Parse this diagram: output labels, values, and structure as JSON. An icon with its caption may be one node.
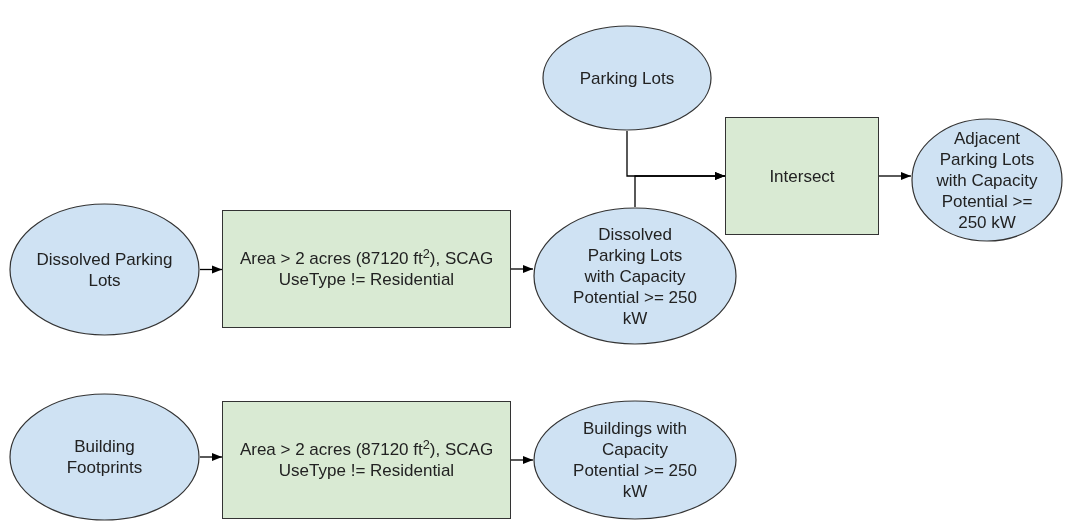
{
  "diagram": {
    "nodes": [
      {
        "text": [
          "Parking Lots"
        ]
      },
      {
        "text": [
          "Intersect"
        ]
      },
      {
        "text": [
          "Adjacent Parking Lots with Capacity Potential >= 250 kW"
        ]
      },
      {
        "text": [
          "Dissolved Parking Lots"
        ]
      },
      {
        "text": [
          "Area > 2 acres (87120 ft$^{2}$), SCAG UseType != Residential"
        ]
      },
      {
        "text": [
          "Dissolved Parking Lots with Capacity Potential >= 250 kW"
        ]
      },
      {
        "text": [
          "Building Footprints"
        ]
      },
      {
        "text": [
          "Area > 2 acres (87120 ft$^{2}$), SCAG UseType != Residential"
        ]
      },
      {
        "text": [
          "Buildings with Capacity Potential >= 250 kW"
        ]
      }
    ],
    "edges": [
      {
        "from": 0,
        "to": 1,
        "arrow": "to"
      },
      {
        "from": 5,
        "to": 1,
        "arrow": "to"
      },
      {
        "from": 1,
        "to": 2,
        "arrow": "to"
      },
      {
        "from": 3,
        "to": 4,
        "arrow": "to"
      },
      {
        "from": 4,
        "to": 5,
        "arrow": "to"
      },
      {
        "from": 6,
        "to": 7,
        "arrow": "to"
      },
      {
        "from": 7,
        "to": 8,
        "arrow": "to"
      }
    ]
  }
}
